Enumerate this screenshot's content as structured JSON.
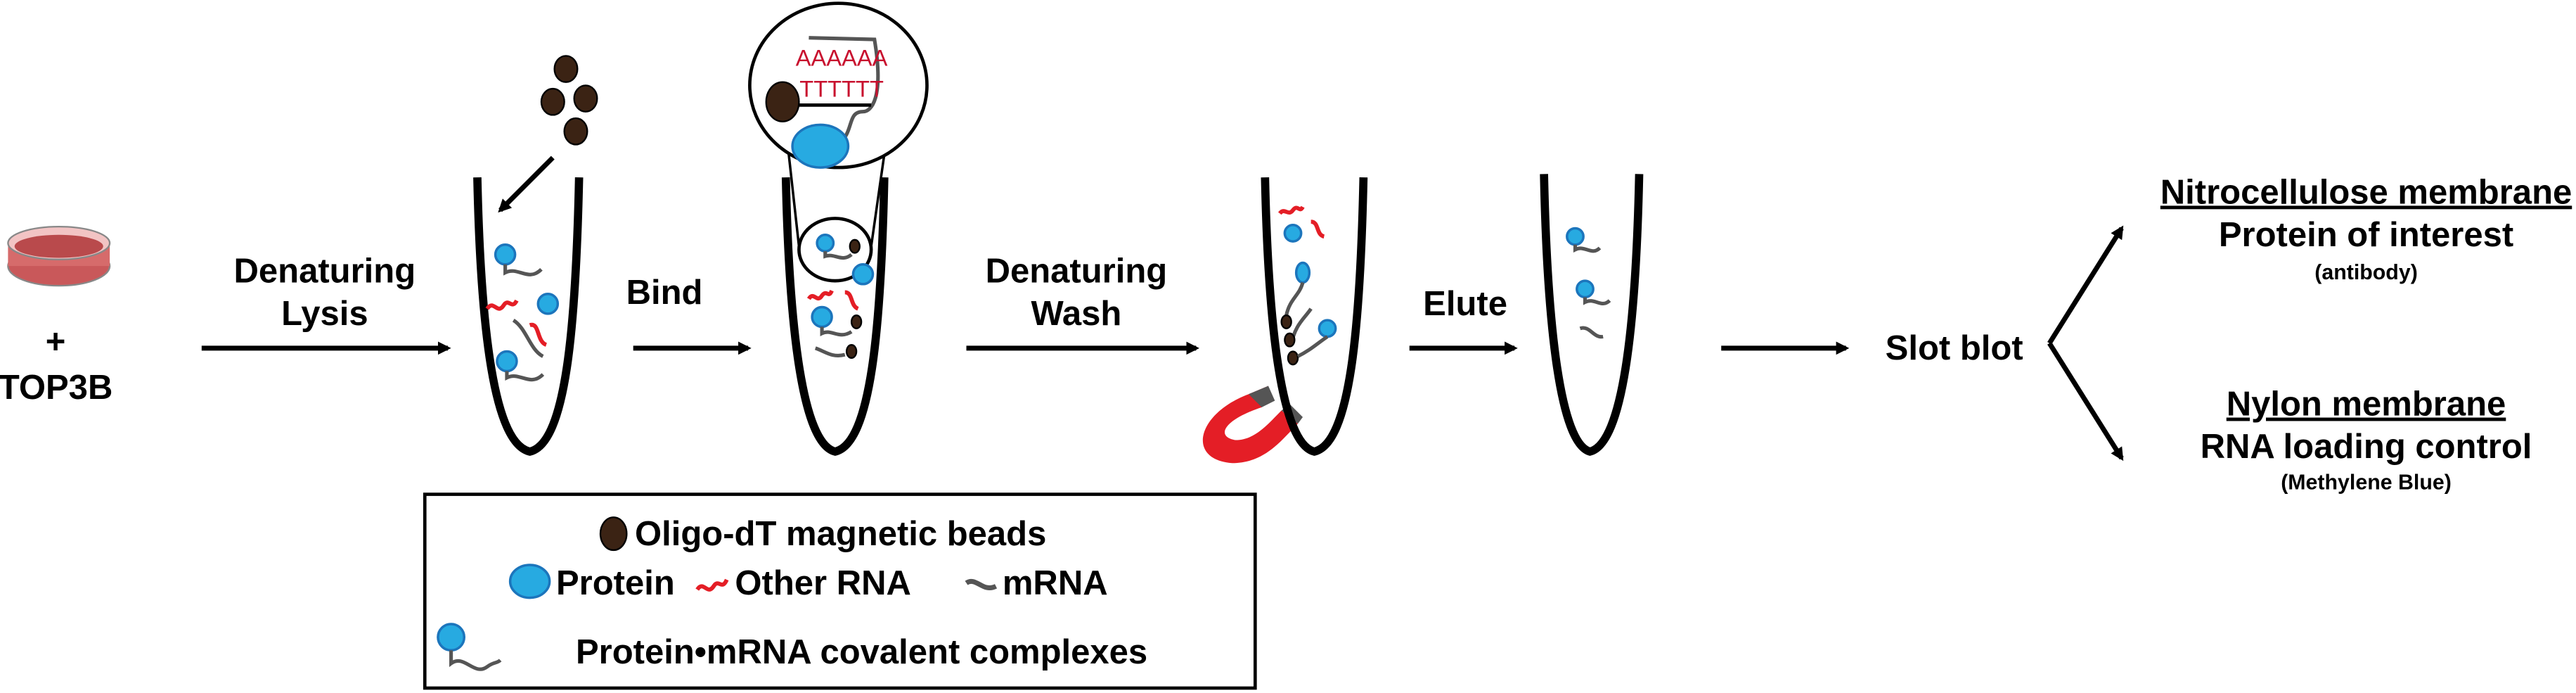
{
  "start": {
    "plus": "+",
    "agent": "TOP3B"
  },
  "steps": {
    "lysis": [
      "Denaturing",
      "Lysis"
    ],
    "bind": "Bind",
    "wash": [
      "Denaturing",
      "Wash"
    ],
    "elute": "Elute",
    "slot_blot": "Slot blot"
  },
  "zoom_inset": {
    "polyA": "AAAAAA",
    "oligoT": "TTTTTT"
  },
  "outputs": {
    "top": {
      "title": "Nitrocellulose membrane",
      "line": "Protein of interest",
      "note": "(antibody)"
    },
    "bottom": {
      "title": "Nylon membrane",
      "line": "RNA loading control",
      "note": "(Methylene Blue)"
    }
  },
  "legend": {
    "beads": "Oligo-dT magnetic beads",
    "protein": "Protein",
    "other_rna": "Other RNA",
    "mrna": "mRNA",
    "complex": "Protein•mRNA covalent complexes"
  },
  "colors": {
    "protein": "#27aae1",
    "other_rna": "#e41e26",
    "mrna": "#555555",
    "bead": "#3b2314",
    "magnet": "#e41e26",
    "polyA_text": "#c8102e"
  }
}
